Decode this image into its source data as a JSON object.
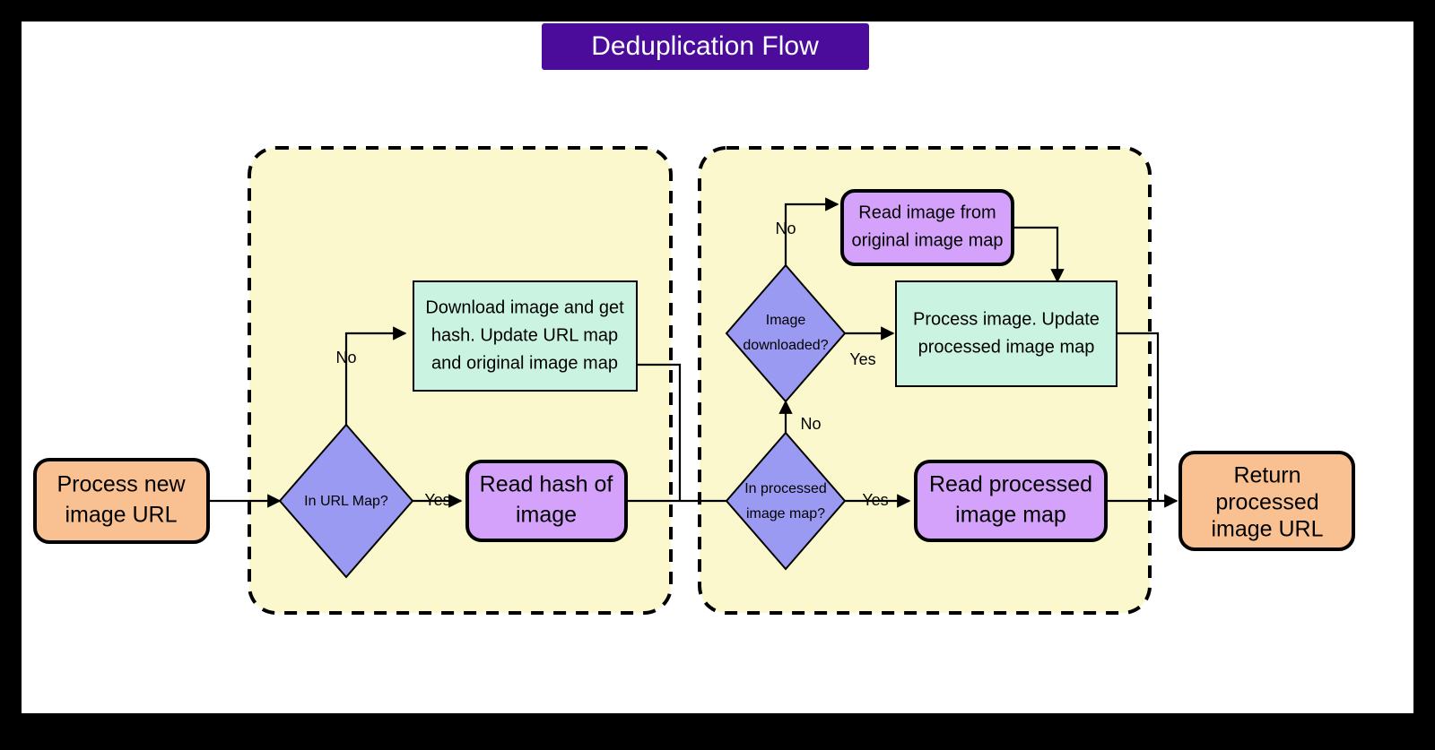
{
  "diagram": {
    "title": "Deduplication Flow",
    "title_band_color": "#4b0b9b",
    "canvas_background": "#ffffff",
    "frame_color": "#000000",
    "palette": {
      "terminal": "#f9c191",
      "data_read": "#d4a2fa",
      "process": "#cbf3e1",
      "decision": "#9a9af2",
      "cluster": "#faf8cc"
    },
    "nodes": {
      "start": {
        "label_line1": "Process new",
        "label_line2": "image URL",
        "shape": "rounded-rect",
        "color": "#f9c191"
      },
      "in_url_map": {
        "label_line1": "In URL Map?",
        "shape": "diamond",
        "color": "#9a9af2"
      },
      "download": {
        "label_line1": "Download image and get",
        "label_line2": "hash. Update URL map",
        "label_line3": "and original image map",
        "shape": "rect",
        "color": "#cbf3e1"
      },
      "read_hash": {
        "label_line1": "Read hash of",
        "label_line2": "image",
        "shape": "rounded-rect",
        "color": "#d4a2fa"
      },
      "image_downloaded": {
        "label_line1": "Image",
        "label_line2": "downloaded?",
        "shape": "diamond",
        "color": "#9a9af2"
      },
      "read_original": {
        "label_line1": "Read image from",
        "label_line2": "original image map",
        "shape": "rounded-rect",
        "color": "#d4a2fa"
      },
      "process_image": {
        "label_line1": "Process image. Update",
        "label_line2": "processed image map",
        "shape": "rect",
        "color": "#cbf3e1"
      },
      "in_processed_map": {
        "label_line1": "In processed",
        "label_line2": "image map?",
        "shape": "diamond",
        "color": "#9a9af2"
      },
      "read_processed": {
        "label_line1": "Read processed",
        "label_line2": "image map",
        "shape": "rounded-rect",
        "color": "#d4a2fa"
      },
      "end": {
        "label_line1": "Return",
        "label_line2": "processed",
        "label_line3": "image URL",
        "shape": "rounded-rect",
        "color": "#f9c191"
      }
    },
    "edge_labels": {
      "url_map_no": "No",
      "url_map_yes": "Yes",
      "downloaded_no": "No",
      "downloaded_yes": "Yes",
      "processed_no": "No",
      "processed_yes": "Yes"
    }
  }
}
